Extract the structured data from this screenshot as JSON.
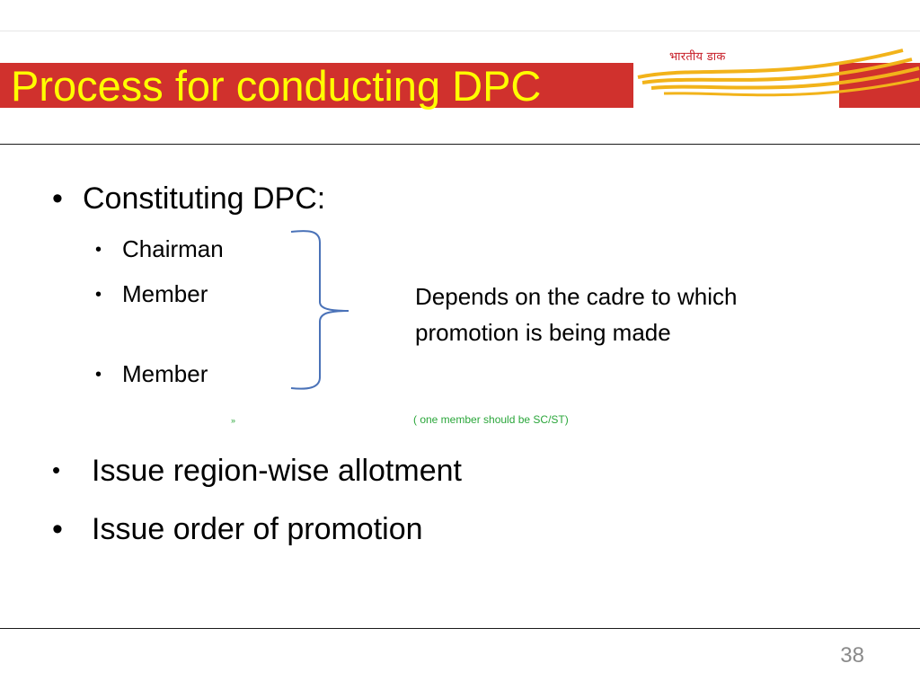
{
  "header": {
    "title": "Process for conducting DPC",
    "logo_text": "भारतीय डाक",
    "colors": {
      "band": "#d0312d",
      "title_text": "#ffff00",
      "logo_stripes": "#f2b31a"
    }
  },
  "content": {
    "section1": {
      "heading": "Constituting DPC:",
      "members": [
        "Chairman",
        "Member",
        "Member"
      ],
      "note_line1": "Depends on the cadre to which",
      "note_line2": "promotion is being made"
    },
    "small_arrow": "»",
    "green_note": "( one member should be SC/ST)",
    "bullets": [
      "Issue region-wise allotment",
      "Issue  order of promotion"
    ]
  },
  "footer": {
    "page_number": "38"
  }
}
